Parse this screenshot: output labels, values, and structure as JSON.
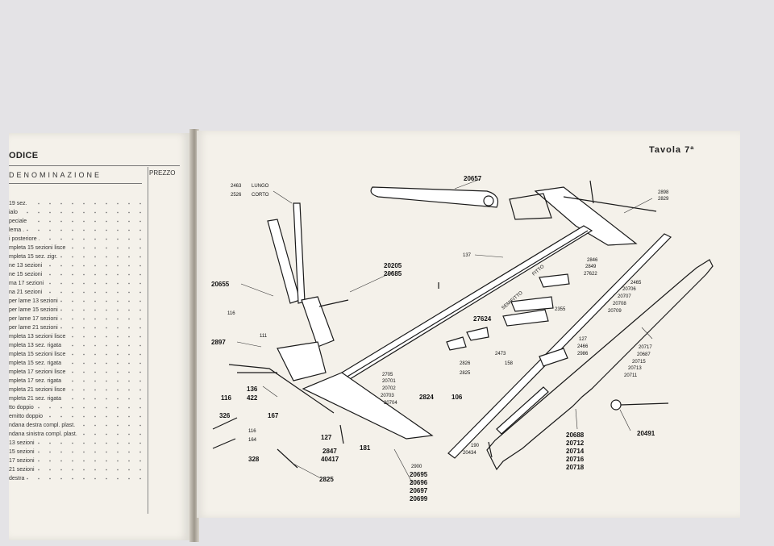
{
  "left_page": {
    "title": "ODICE",
    "header_denominazione": "DENOMINAZIONE",
    "header_prezzo": "PREZZO",
    "rows": [
      "19 sez.",
      "ialo",
      "peciale",
      "lema .",
      "i posteriore .",
      "mpleta 15 sezioni lisce",
      "mpleta 15 sez. zigr.",
      "ne 13 sezioni",
      "ne 15 sezioni",
      "ma 17 sezioni",
      "na 21 sezioni",
      "per lame 13 sezioni",
      "per lame 15 sezioni",
      "per lame 17 sezioni",
      "per lame 21 sezioni",
      "mpleta 13 sezioni lisce",
      "mpleta 13 sez. rigata",
      "mpleta 15 sezioni lisce",
      "mpleta 15 sez. rigata",
      "mpleta 17 sezioni lisce",
      "mpleta 17 sez. rigata",
      "mpleta 21 sezioni lisce",
      "mpleta 21 sez. rigata",
      "tto doppio",
      "emitto doppio",
      "ndana destra compl. plast.",
      "ndana sinistra compl. plast.",
      "13 sezioni",
      "15 sezioni",
      "17 sezioni",
      "21 sezioni",
      "destra"
    ]
  },
  "right_page": {
    "title": "Tavola 7ª",
    "labels": {
      "l2463": "2463",
      "lungo": "LUNGO",
      "l2526": "2526",
      "corto": "CORTO",
      "l20657": "20657",
      "l2898": "2898",
      "l2829": "2829",
      "l137": "137",
      "l20205": "20205",
      "l20685": "20685",
      "fitto": "FITTO",
      "semifitto": "SEMIFITTO",
      "l2846": "2846",
      "l2849": "2849",
      "l27622": "27622",
      "l2465": "2465",
      "l20706": "20706",
      "l20707": "20707",
      "l20708": "20708",
      "l20709": "20709",
      "l20655": "20655",
      "l116a": "116",
      "l2355": "2355",
      "l27624": "27624",
      "l111": "111",
      "l2897": "2897",
      "l2473": "2473",
      "l158": "158",
      "l127a": "127",
      "l2466": "2466",
      "l2986": "2986",
      "l20717": "20717",
      "l20687": "20687",
      "l20715": "20715",
      "l20713": "20713",
      "l20711": "20711",
      "l2826": "2826",
      "l2825a": "2825",
      "l2705": "2705",
      "l20701": "20701",
      "l20702": "20702",
      "l20703": "20703",
      "l20704": "20704",
      "l136": "136",
      "l116b": "116",
      "l422": "422",
      "l2824": "2824",
      "l106": "106",
      "l326": "326",
      "l167": "167",
      "l127b": "127",
      "l116c": "116",
      "l164": "164",
      "l2847": "2847",
      "l40417": "40417",
      "l181": "181",
      "l190": "190",
      "l20434": "20434",
      "l20688": "20688",
      "l20712": "20712",
      "l20714": "20714",
      "l20716": "20716",
      "l20718": "20718",
      "l20491": "20491",
      "l328": "328",
      "l2825b": "2825",
      "l2900": "2900",
      "l20695": "20695",
      "l20696": "20696",
      "l20697": "20697",
      "l20699": "20699"
    }
  }
}
